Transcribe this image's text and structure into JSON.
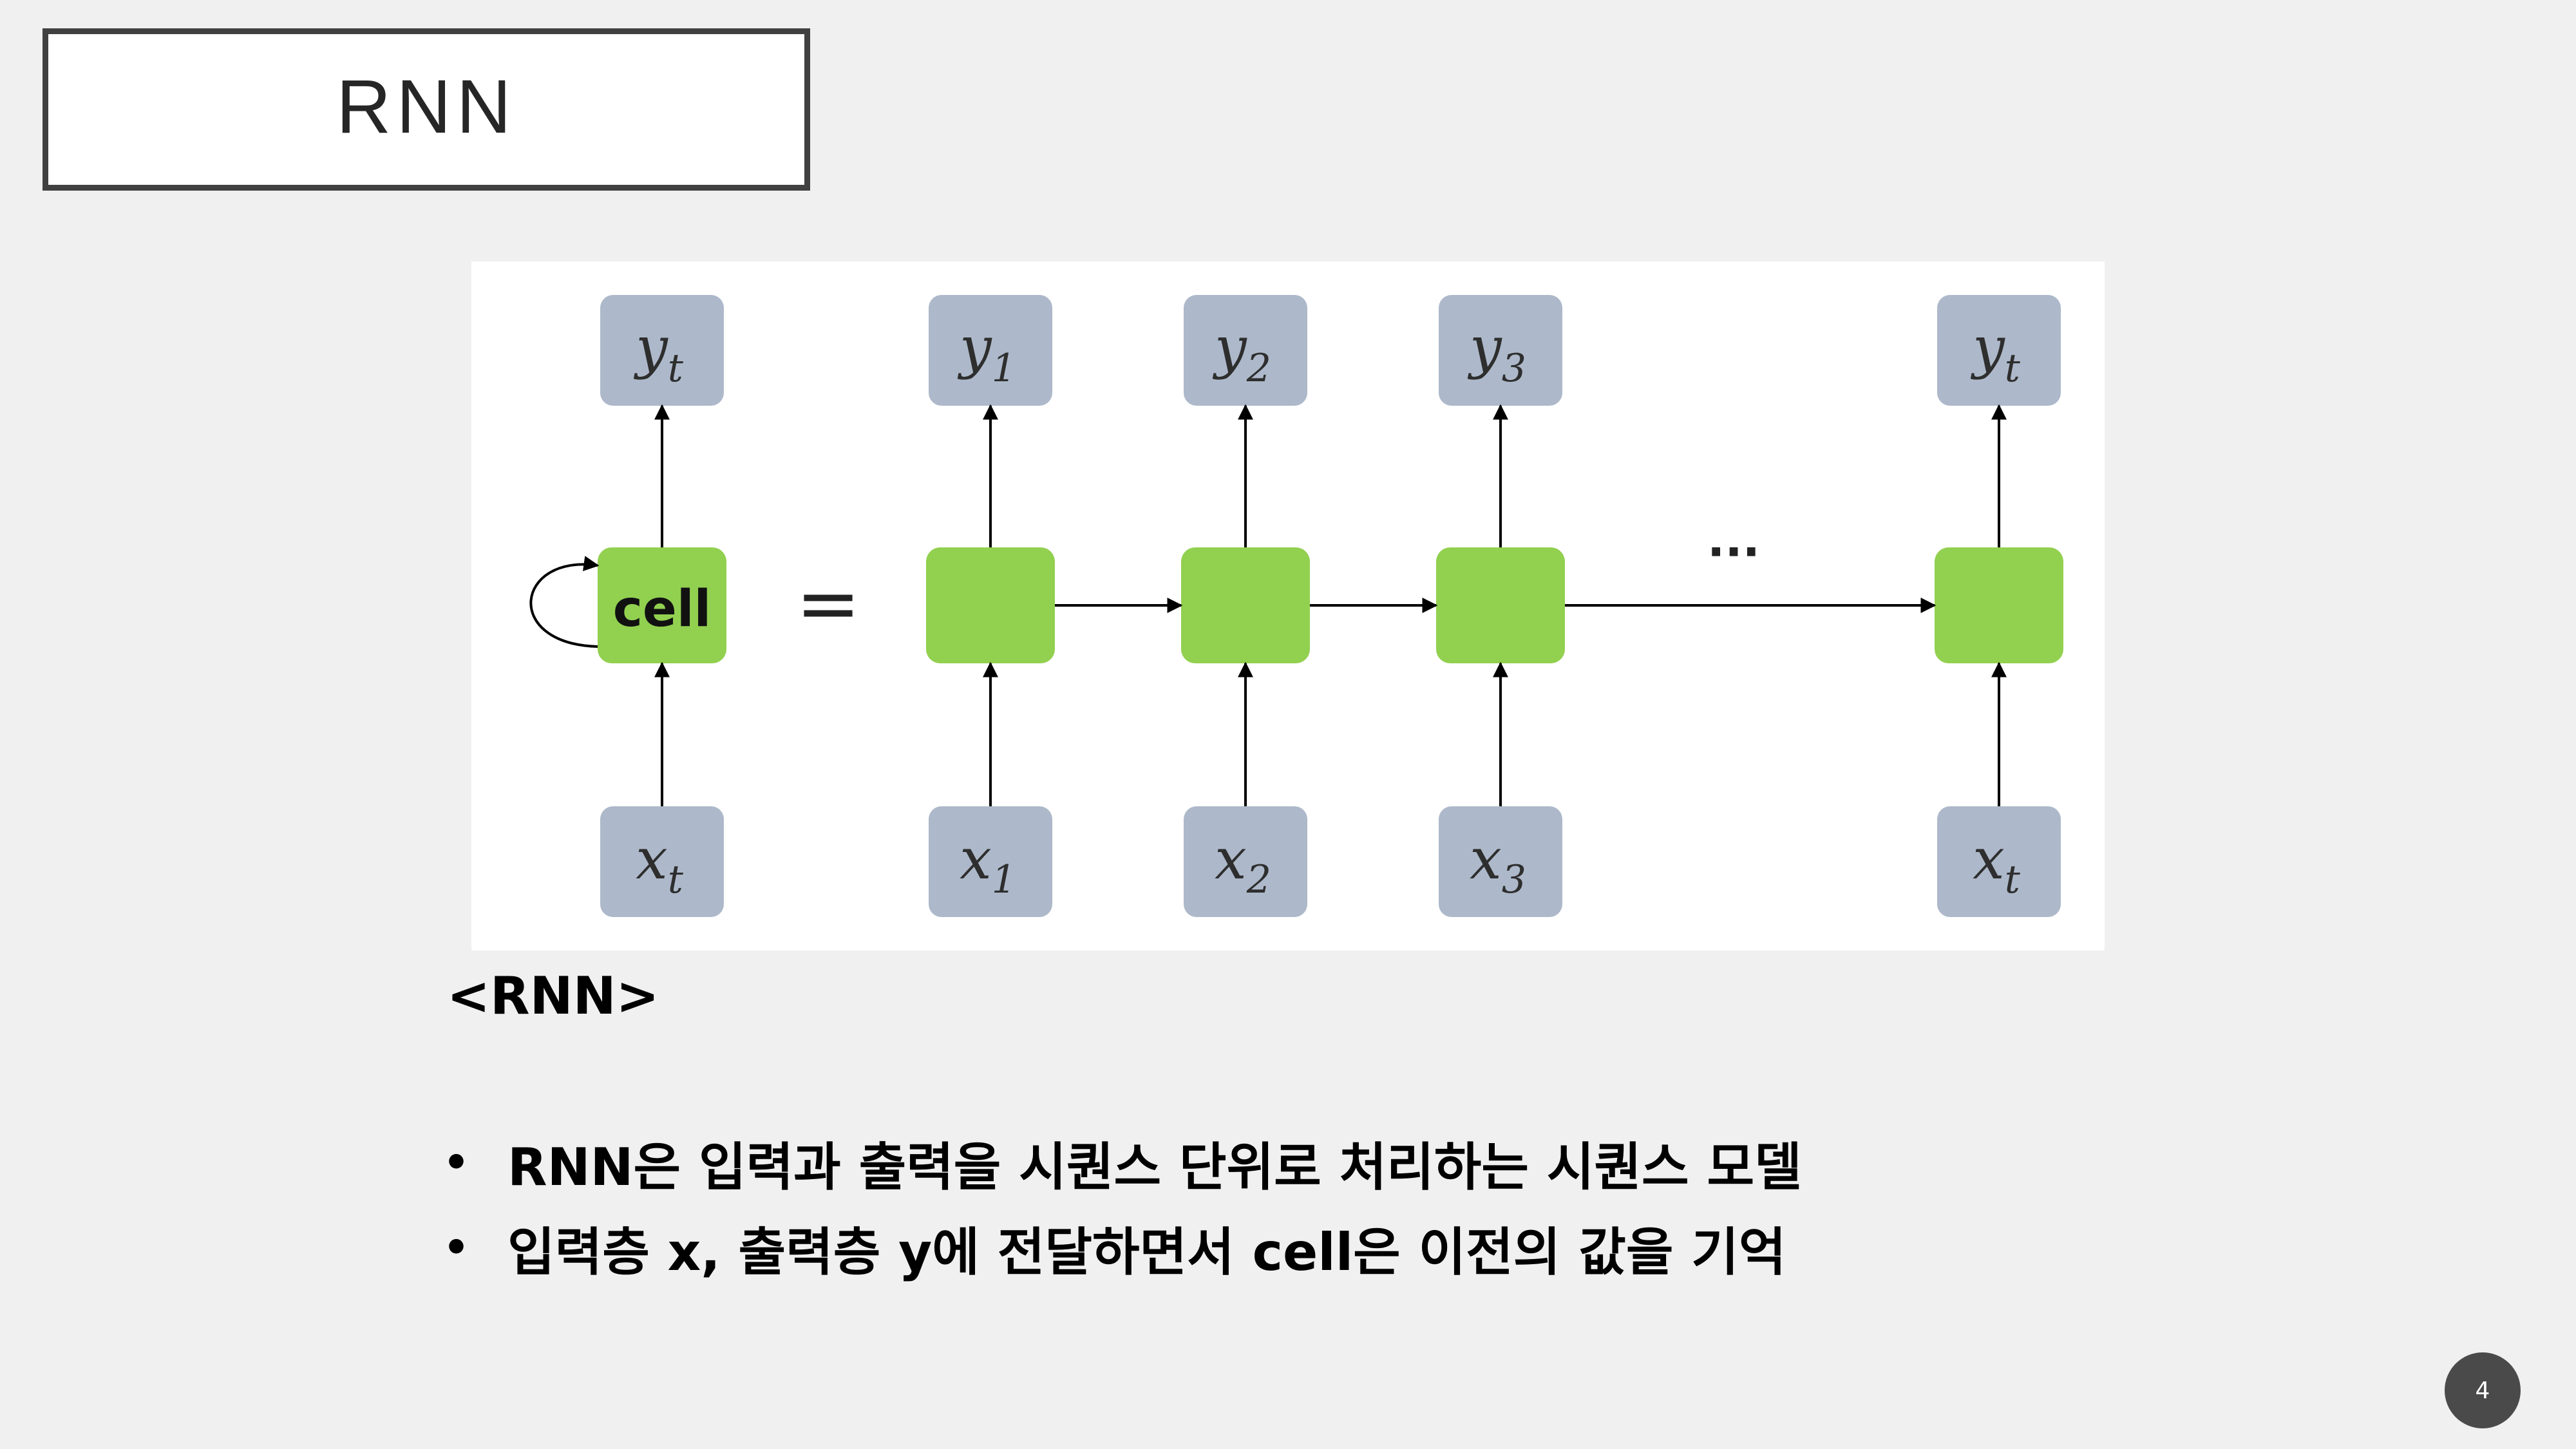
{
  "slide": {
    "title": "RNN",
    "page_number": "4"
  },
  "diagram": {
    "folded": {
      "cell_label": "cell",
      "output": {
        "base": "y",
        "sub": "t"
      },
      "input": {
        "base": "x",
        "sub": "t"
      }
    },
    "equals": "=",
    "ellipsis": "···",
    "steps": [
      {
        "output": {
          "base": "y",
          "sub": "1"
        },
        "input": {
          "base": "x",
          "sub": "1"
        }
      },
      {
        "output": {
          "base": "y",
          "sub": "2"
        },
        "input": {
          "base": "x",
          "sub": "2"
        }
      },
      {
        "output": {
          "base": "y",
          "sub": "3"
        },
        "input": {
          "base": "x",
          "sub": "3"
        }
      },
      {
        "output": {
          "base": "y",
          "sub": "t"
        },
        "input": {
          "base": "x",
          "sub": "t"
        }
      }
    ],
    "colors": {
      "cell": "#92d050",
      "io_box": "#adb9ca",
      "panel": "#ffffff",
      "arrow": "#000000"
    }
  },
  "caption": "<RNN>",
  "bullets": [
    "RNN은 입력과 출력을 시퀀스 단위로 처리하는 시퀀스 모델",
    "입력층 x, 출력층 y에 전달하면서 cell은 이전의 값을 기억"
  ],
  "bullet_symbol": "•"
}
